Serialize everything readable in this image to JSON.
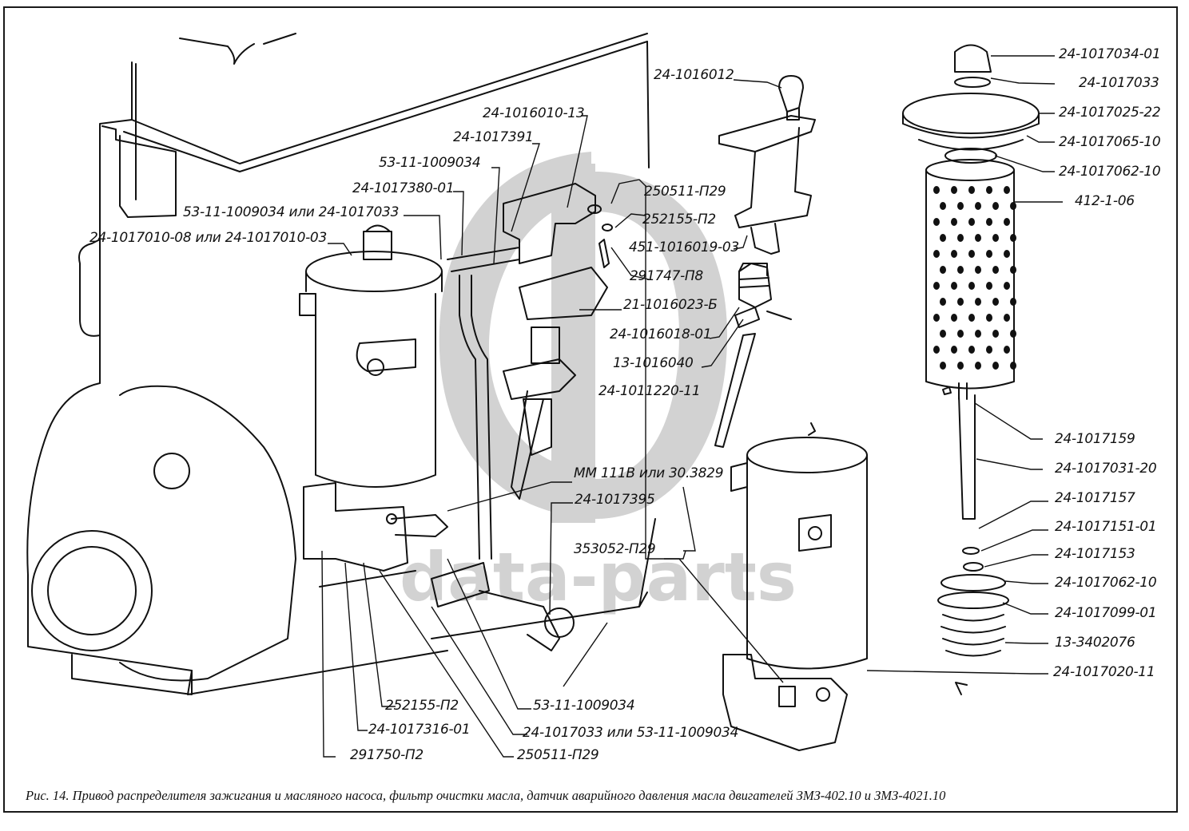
{
  "figure": {
    "caption": "Рис. 14. Привод распределителя зажигания и масляного насоса, фильтр очистки масла, датчик аварийного давления масла двигателей ЗМЗ-402.10 и ЗМЗ-4021.10",
    "watermark": "data-parts",
    "colors": {
      "ink": "#111111",
      "watermark": "#cfcfcf",
      "background": "#ffffff"
    }
  },
  "assemblies": {
    "engine_block": "engine-block",
    "oil_filter_assembled": "oil-filter-on-engine",
    "distributor_drive": "ignition-distributor-and-oil-pump-drive",
    "oil_filter_housing_exploded": "oil-filter-housing-exploded",
    "oil_filter_element_exploded": "oil-filter-element-exploded"
  },
  "labels": {
    "l01": "24-1016010-13",
    "l02": "24-1017391",
    "l03": "53-11-1009034",
    "l04": "24-1017380-01",
    "l05": "53-11-1009034 или 24-1017033",
    "l06": "24-1017010-08 или 24-1017010-03",
    "l07": "24-1016012",
    "l08": "250511-П29",
    "l09": "252155-П2",
    "l10": "451-1016019-03",
    "l11": "291747-П8",
    "l12": "21-1016023-Б",
    "l13": "24-1016018-01",
    "l14": "13-1016040",
    "l15": "24-1011220-11",
    "l16": "ММ 111В или 30.3829",
    "l17": "24-1017395",
    "l18": "353052-П29",
    "l19": "24-1017034-01",
    "l20": "24-1017033",
    "l21": "24-1017025-22",
    "l22": "24-1017065-10",
    "l23": "24-1017062-10",
    "l24": "412-1-06",
    "l25": "24-1017159",
    "l26": "24-1017031-20",
    "l27": "24-1017157",
    "l28": "24-1017151-01",
    "l29": "24-1017153",
    "l30": "24-1017062-10",
    "l31": "24-1017099-01",
    "l32": "13-3402076",
    "l33": "24-1017020-11",
    "l34": "252155-П2",
    "l35": "53-11-1009034",
    "l36": "24-1017316-01",
    "l37": "24-1017033 или 53-11-1009034",
    "l38": "291750-П2",
    "l39": "250511-П29"
  }
}
